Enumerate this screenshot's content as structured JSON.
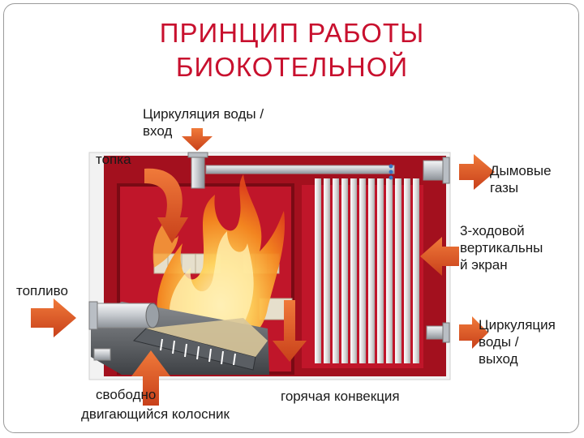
{
  "title_line1": "ПРИНЦИП РАБОТЫ",
  "title_line2": "БИОКОТЕЛЬНОЙ",
  "labels": {
    "water_in_1": "Циркуляция воды /",
    "water_in_2": "вход",
    "furnace": "топка",
    "flue_1": "Дымовые",
    "flue_2": "газы",
    "screen_1": "3-ходовой",
    "screen_2": "вертикальны",
    "screen_3": "й экран",
    "fuel": "топливо",
    "water_out_1": "Циркуляция",
    "water_out_2": "воды /",
    "water_out_3": "выход",
    "grate_1": "свободно",
    "grate_2": "двигающийся колосник",
    "convection": "горячая конвекция"
  },
  "colors": {
    "title": "#c8102e",
    "boiler_red": "#a3101e",
    "boiler_dark": "#7a0a14",
    "arrow_fill": "#e2561e",
    "pipe_grey": "#c9ccd0",
    "insulation": "#d9d2c0"
  }
}
